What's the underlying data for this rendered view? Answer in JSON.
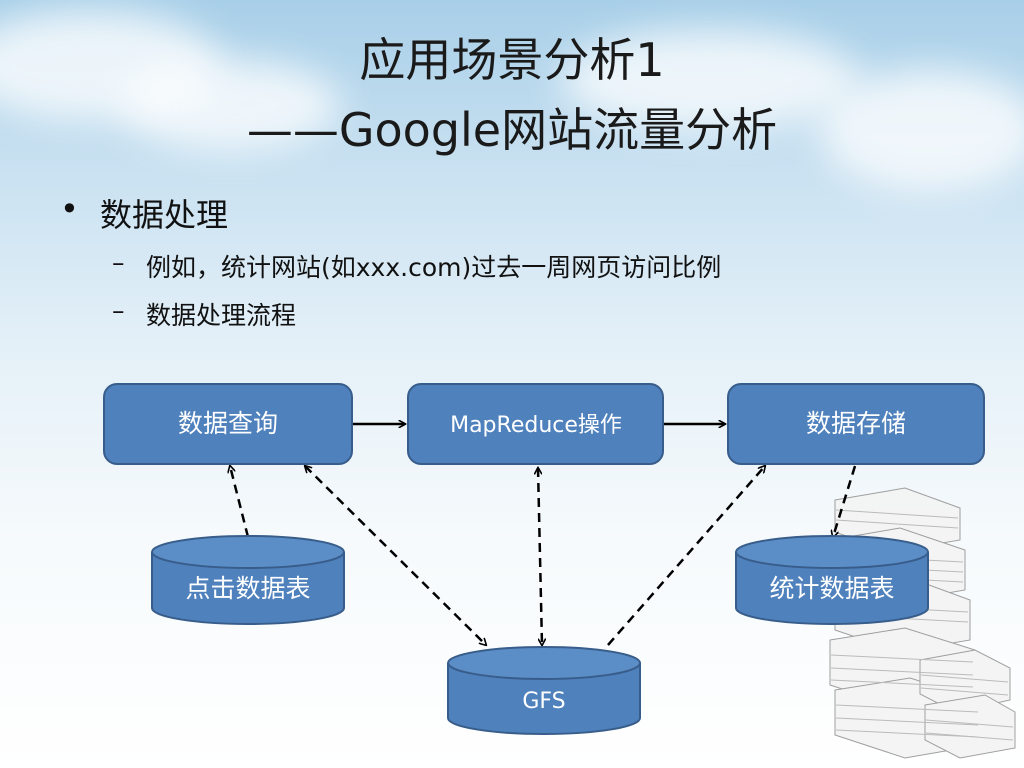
{
  "slide": {
    "title_line1": "应用场景分析1",
    "title_line2": "——Google网站流量分析"
  },
  "bullets": {
    "main": "数据处理",
    "sub": [
      "例如，统计网站(如xxx.com)过去一周网页访问比例",
      "数据处理流程"
    ]
  },
  "diagram": {
    "nodes": {
      "query": "数据查询",
      "mapreduce": "MapReduce操作",
      "storage": "数据存储",
      "click_table": "点击数据表",
      "stats_table": "统计数据表",
      "gfs": "GFS"
    }
  },
  "colors": {
    "node_fill": "#4f81bd",
    "node_stroke": "#385d8a",
    "arrow": "#000000"
  }
}
